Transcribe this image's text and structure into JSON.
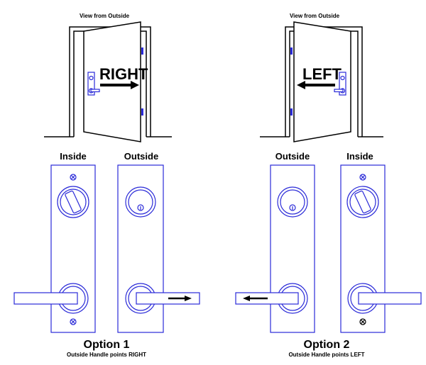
{
  "doors": [
    {
      "view_label": "View from Outside",
      "direction_label": "RIGHT"
    },
    {
      "view_label": "View from Outside",
      "direction_label": "LEFT"
    }
  ],
  "panel_labels": {
    "opt1_left": "Inside",
    "opt1_right": "Outside",
    "opt2_left": "Outside",
    "opt2_right": "Inside"
  },
  "options": [
    {
      "title": "Option 1",
      "subtitle": "Outside Handle points RIGHT"
    },
    {
      "title": "Option 2",
      "subtitle": "Outside Handle points LEFT"
    }
  ],
  "colors": {
    "line": "#2a2ad8",
    "ink": "#000000"
  }
}
